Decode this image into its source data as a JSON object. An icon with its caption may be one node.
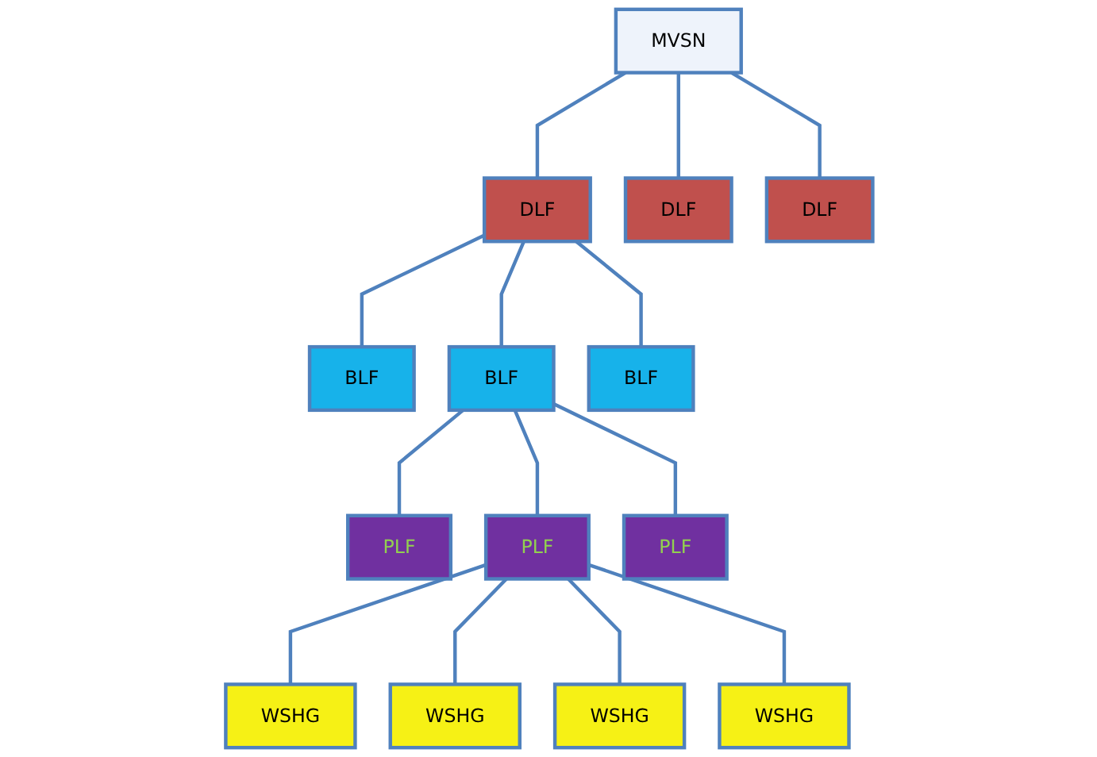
{
  "diagram": {
    "nodes": [
      {
        "text": [
          "MVSN"
        ]
      },
      {
        "text": [
          "DLF"
        ]
      },
      {
        "text": [
          "DLF"
        ]
      },
      {
        "text": [
          "DLF"
        ]
      },
      {
        "text": [
          "BLF"
        ]
      },
      {
        "text": [
          "BLF"
        ]
      },
      {
        "text": [
          "BLF"
        ]
      },
      {
        "text": [
          "PLF"
        ]
      },
      {
        "text": [
          "PLF"
        ]
      },
      {
        "text": [
          "PLF"
        ]
      },
      {
        "text": [
          "WSHG"
        ]
      },
      {
        "text": [
          "WSHG"
        ]
      },
      {
        "text": [
          "WSHG"
        ]
      },
      {
        "text": [
          "WSHG"
        ]
      }
    ],
    "edges": [
      {
        "from": 0,
        "to": 1,
        "arrow": "none"
      },
      {
        "from": 0,
        "to": 2,
        "arrow": "none"
      },
      {
        "from": 0,
        "to": 3,
        "arrow": "none"
      },
      {
        "from": 1,
        "to": 4,
        "arrow": "none"
      },
      {
        "from": 1,
        "to": 5,
        "arrow": "none"
      },
      {
        "from": 1,
        "to": 6,
        "arrow": "none"
      },
      {
        "from": 5,
        "to": 7,
        "arrow": "none"
      },
      {
        "from": 5,
        "to": 8,
        "arrow": "none"
      },
      {
        "from": 5,
        "to": 9,
        "arrow": "none"
      },
      {
        "from": 8,
        "to": 10,
        "arrow": "none"
      },
      {
        "from": 8,
        "to": 11,
        "arrow": "none"
      },
      {
        "from": 8,
        "to": 12,
        "arrow": "none"
      },
      {
        "from": 8,
        "to": 13,
        "arrow": "none"
      }
    ]
  }
}
